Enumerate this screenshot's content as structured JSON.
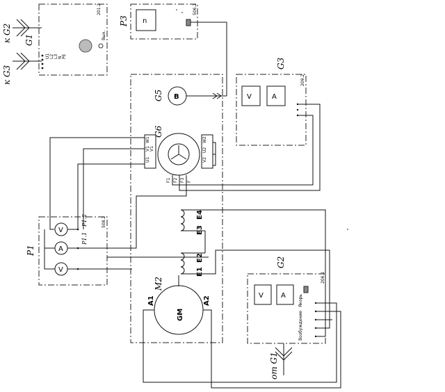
{
  "labels": {
    "to_g2": "к G2",
    "to_g3": "к G3",
    "from_g1": "от G1",
    "g1": "G1",
    "g1_code": "201.2",
    "g1_out": "Вых.",
    "g1_pins": [
      "U1",
      "L2",
      "L3",
      "N",
      "PE"
    ],
    "p3": "P3",
    "p3_code": "506.2",
    "p3_n": "n",
    "g3": "G3",
    "g3_code": "209.2",
    "g5": "G5",
    "g5_b": "B",
    "g6": "G6",
    "g6_top_pins": [
      "W1",
      "V1",
      "W2"
    ],
    "g6_mid_pins": [
      "U1",
      "V1",
      "U2",
      "V2"
    ],
    "g6_bottom_pins": [
      "F1",
      "F2",
      "F3",
      "F"
    ],
    "p1": "P1",
    "p1_code": "508.2",
    "p1_1": "P1.1",
    "p1_2": "P1.2",
    "m2": "M2",
    "gm": "GM",
    "a1": "A1",
    "a2": "A2",
    "e1": "E1",
    "e2": "E2",
    "e3": "E3",
    "e4": "E4",
    "g2": "G2",
    "g2_code": "206.1",
    "g2_label_top": "Якорь",
    "g2_label_bottom": "Возбуждение",
    "v": "V",
    "a": "A"
  },
  "colors": {
    "line": "#111111",
    "background": "#ffffff"
  }
}
